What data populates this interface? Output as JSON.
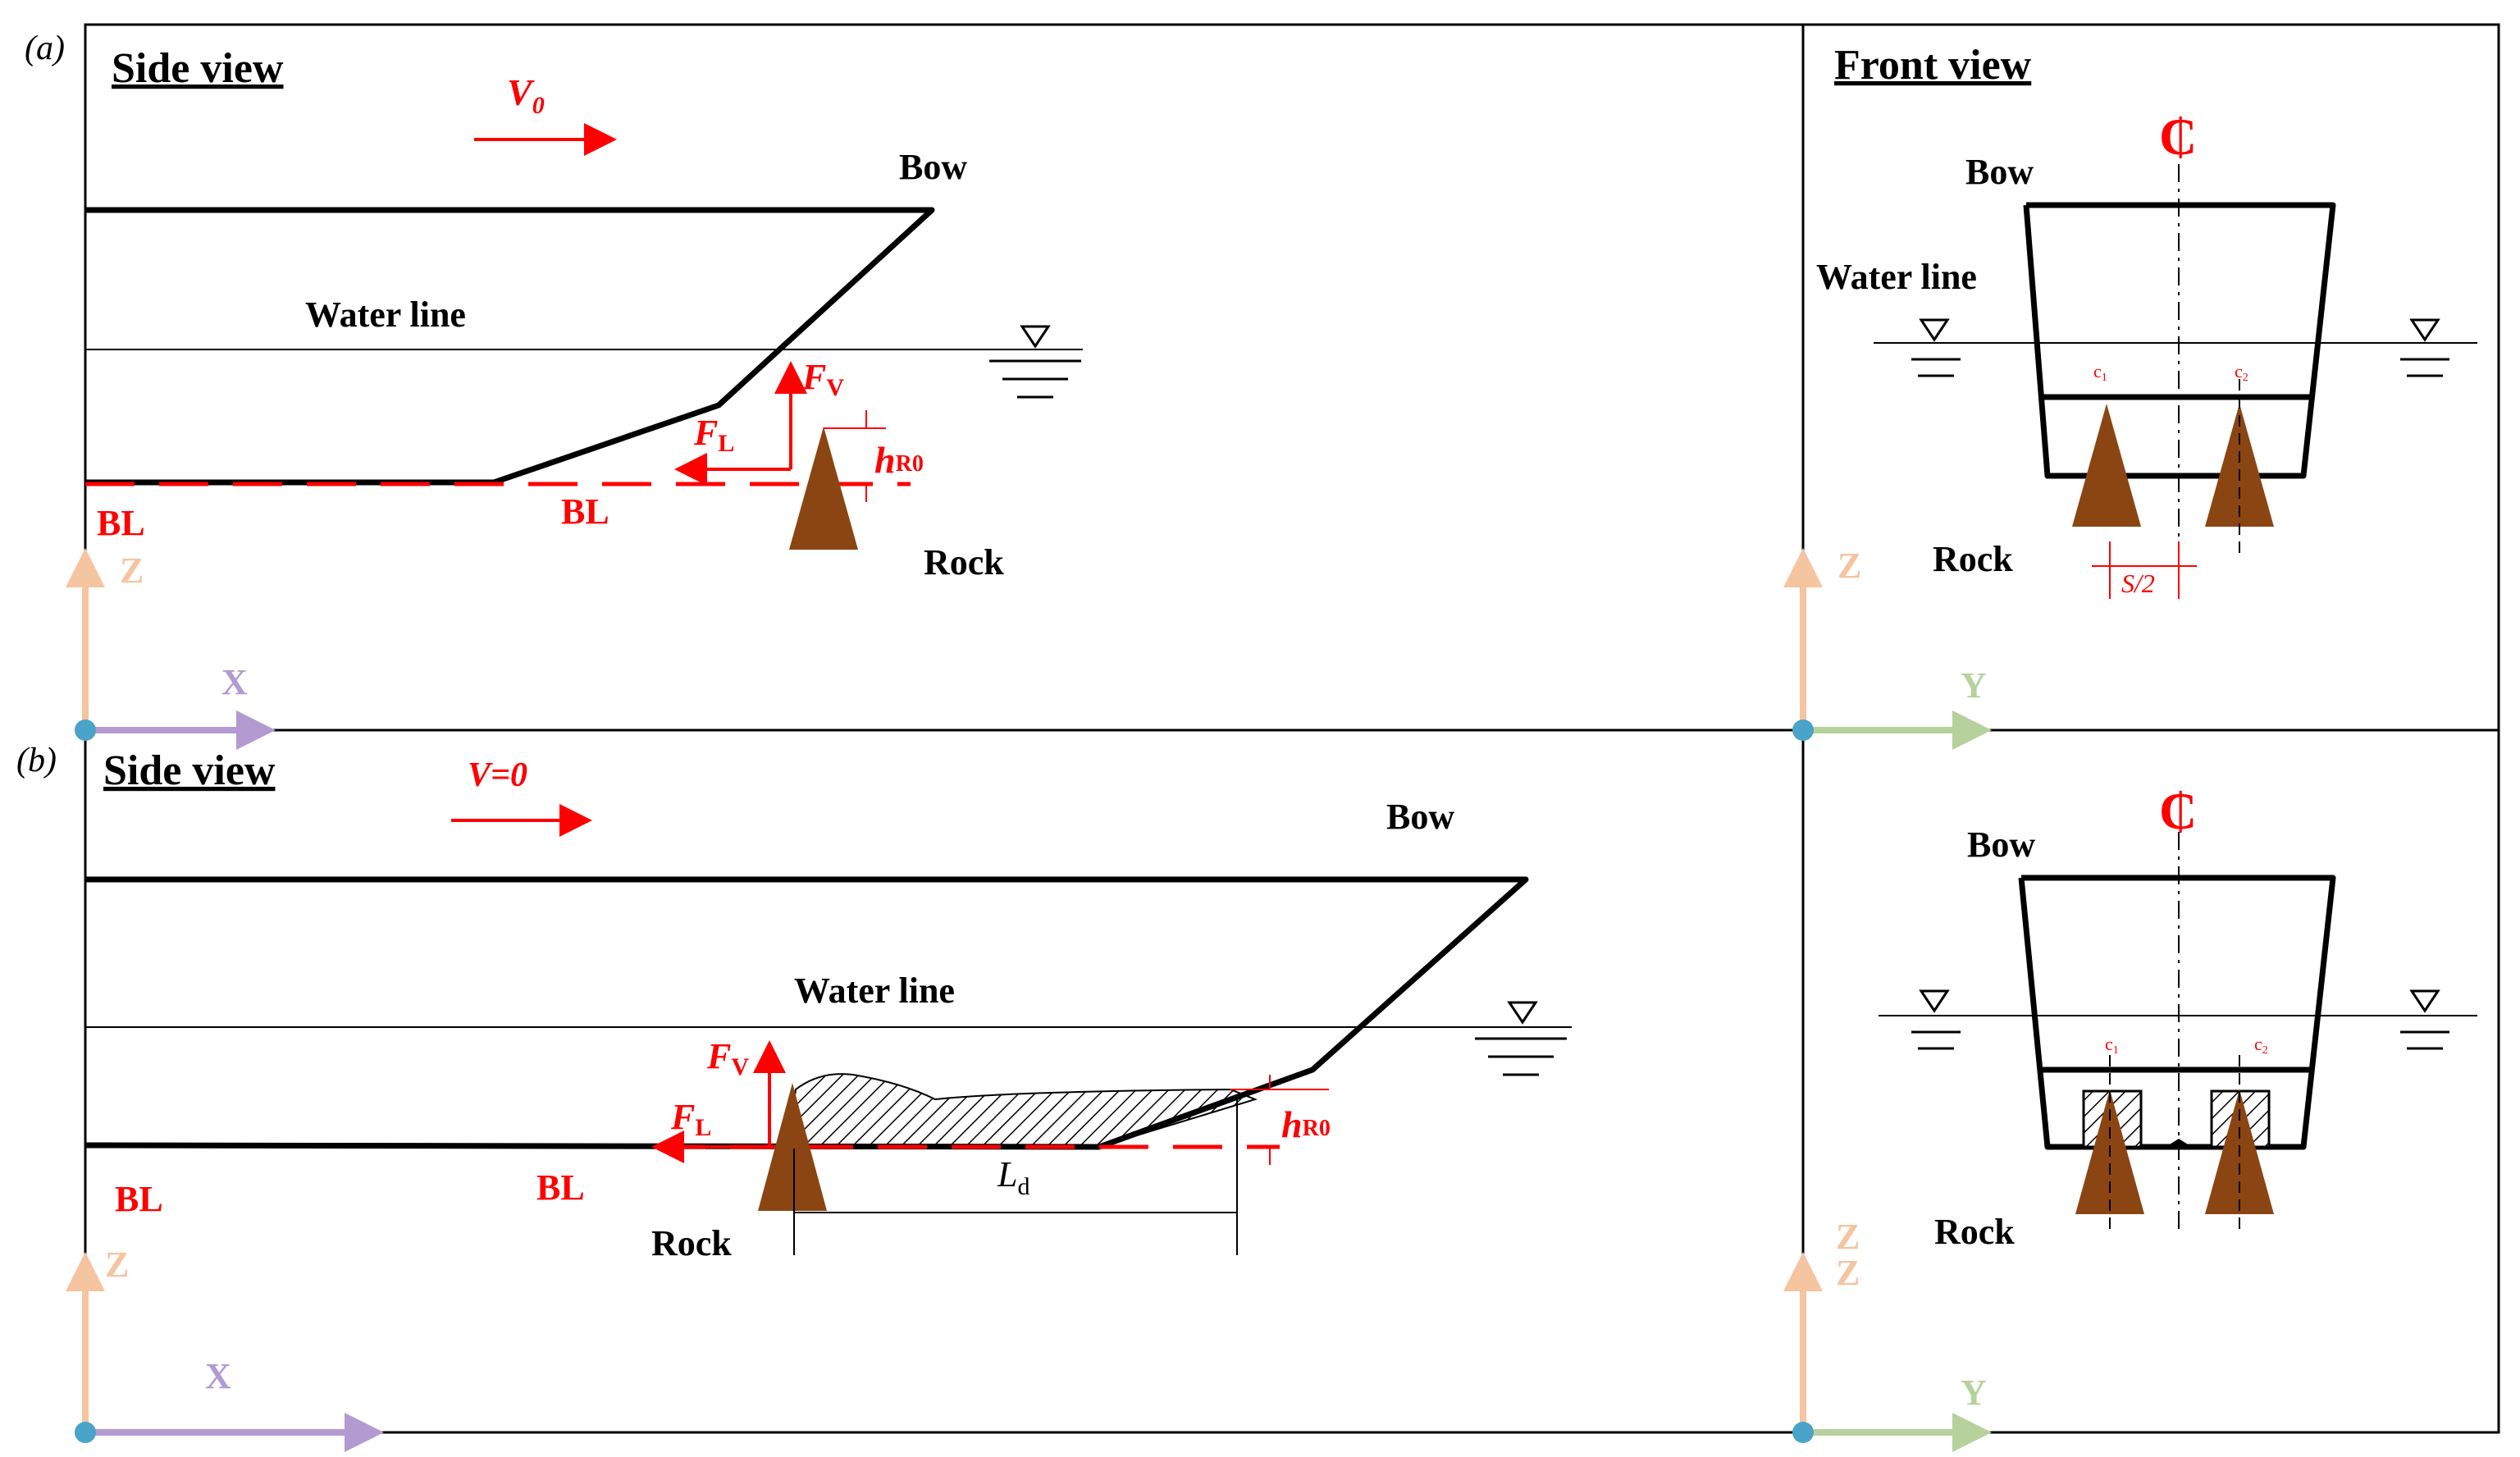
{
  "panel_a": {
    "tag": "(a)",
    "side_title": "Side view",
    "front_title": "Front view",
    "velocity_symbol": "V",
    "velocity_sub": "0",
    "bow": "Bow",
    "water_line": "Water line",
    "rock": "Rock",
    "bl": "BL",
    "fv": "F",
    "fv_sub": "V",
    "fl": "F",
    "fl_sub": "L",
    "hr": "h",
    "hr_sub": "R0",
    "centerline": "₵",
    "c1": "c",
    "c1_sub": "1",
    "c2": "c",
    "c2_sub": "2",
    "spacing": "S/2",
    "axis_z": "Z",
    "axis_x": "X",
    "axis_y": "Y"
  },
  "panel_b": {
    "tag": "(b)",
    "side_title": "Side view",
    "velocity": "V=0",
    "bow": "Bow",
    "water_line": "Water line",
    "rock": "Rock",
    "bl": "BL",
    "fv": "F",
    "fv_sub": "V",
    "fl": "F",
    "fl_sub": "L",
    "hr": "h",
    "hr_sub": "R0",
    "ld": "L",
    "ld_sub": "d",
    "centerline": "₵",
    "c1": "c",
    "c1_sub": "1",
    "c2": "c",
    "c2_sub": "2",
    "axis_z": "Z",
    "axis_x": "X",
    "axis_y": "Y"
  },
  "colors": {
    "hull": "#000000",
    "annotation": "#ff0000",
    "rock": "#8b4513",
    "axis_z": "#f5c4a0",
    "axis_x": "#b39ad0",
    "axis_y": "#b6d19b",
    "origin": "#4aa3c8"
  }
}
